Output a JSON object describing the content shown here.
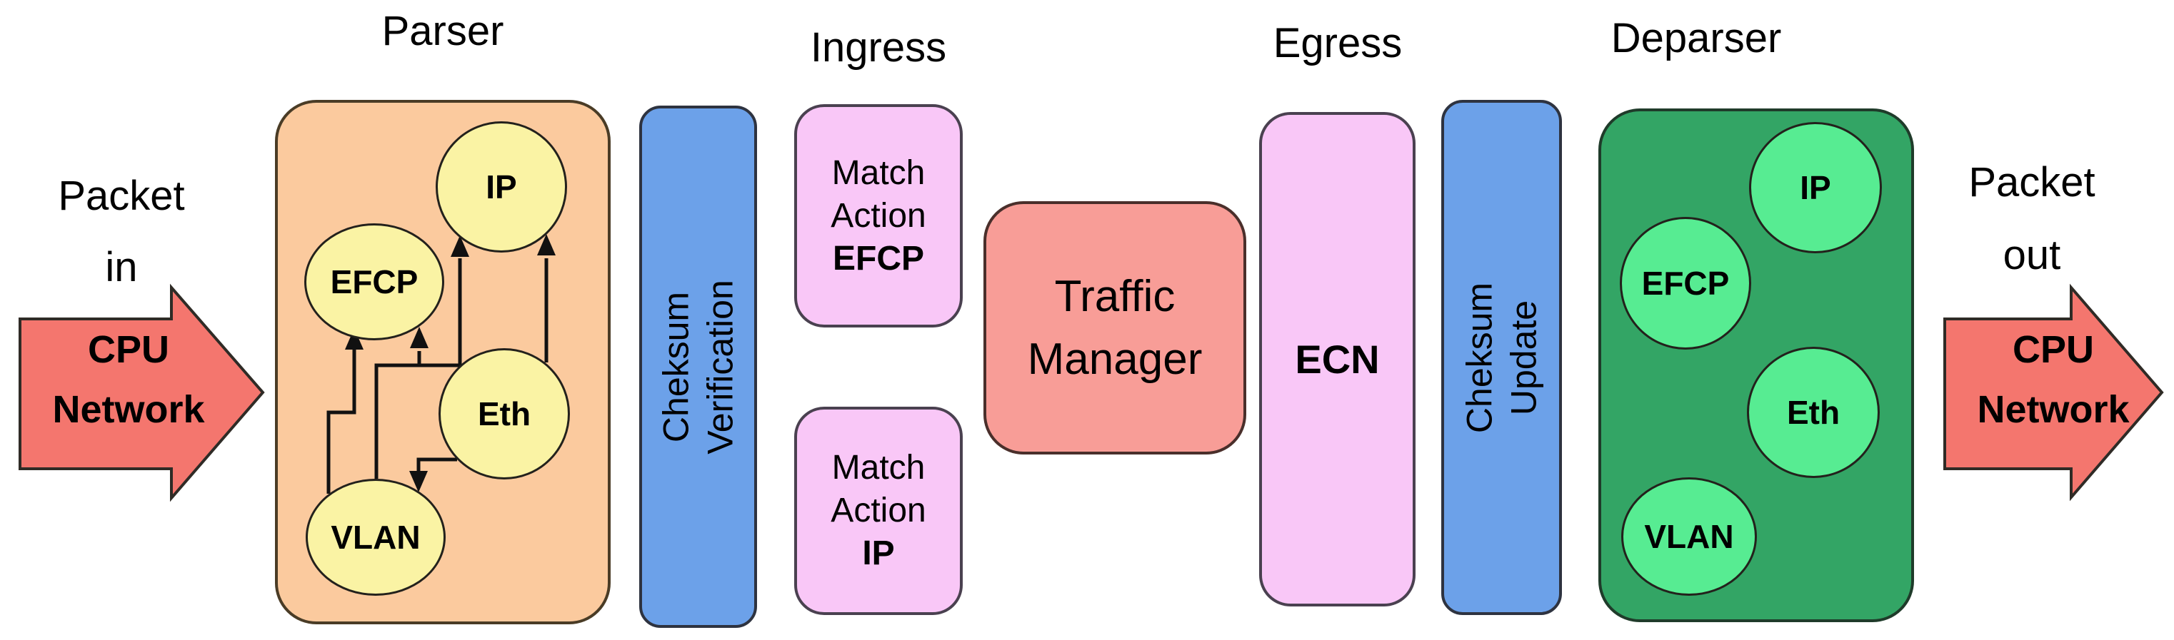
{
  "colors": {
    "arrow_fill": "#f4766e",
    "parser_box": "#fbca9e",
    "parser_node": "#faf3a4",
    "checksum_box": "#6ca1e9",
    "match_action_box": "#f9c7f7",
    "traffic_manager_box": "#f89d97",
    "ecn_box": "#f9c7f7",
    "deparser_box": "#33a565",
    "deparser_node": "#57ec92",
    "text": "#000000"
  },
  "packet_in": {
    "line1": "Packet",
    "line2": "in",
    "arrow_line1": "CPU",
    "arrow_line2": "Network"
  },
  "packet_out": {
    "line1": "Packet",
    "line2": "out",
    "arrow_line1": "CPU",
    "arrow_line2": "Network"
  },
  "stages": {
    "parser": {
      "title": "Parser",
      "nodes": {
        "ip": "IP",
        "efcp": "EFCP",
        "eth": "Eth",
        "vlan": "VLAN"
      }
    },
    "checksum_verification": {
      "line1": "Cheksum",
      "line2": "Verification"
    },
    "ingress": {
      "title": "Ingress",
      "tables": [
        {
          "line1": "Match",
          "line2": "Action",
          "protocol": "EFCP"
        },
        {
          "line1": "Match",
          "line2": "Action",
          "protocol": "IP"
        }
      ]
    },
    "traffic_manager": {
      "line1": "Traffic",
      "line2": "Manager"
    },
    "egress": {
      "title": "Egress",
      "table": "ECN"
    },
    "checksum_update": {
      "line1": "Cheksum",
      "line2": "Update"
    },
    "deparser": {
      "title": "Deparser",
      "nodes": {
        "ip": "IP",
        "efcp": "EFCP",
        "eth": "Eth",
        "vlan": "VLAN"
      }
    }
  }
}
